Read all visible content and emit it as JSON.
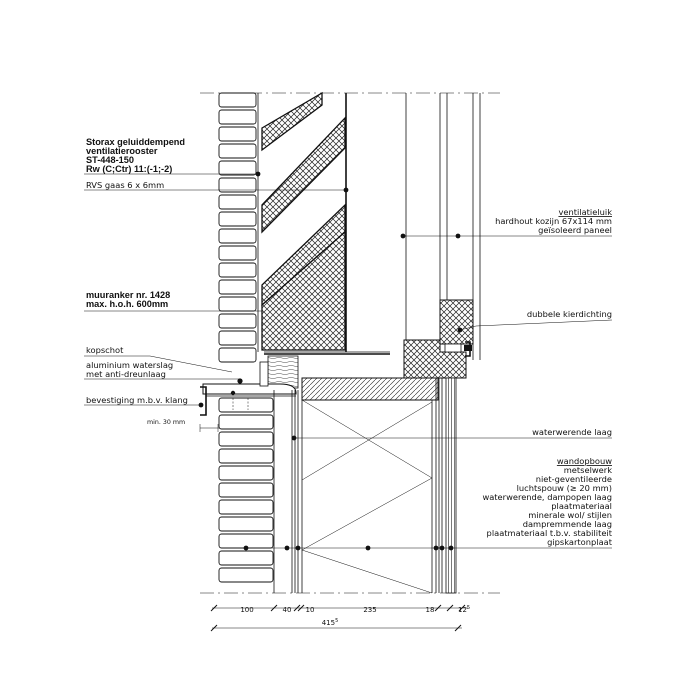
{
  "labels": {
    "grille_title_1": "Storax geluiddempend",
    "grille_title_2": "ventilatierooster",
    "grille_code": "ST-448-150",
    "grille_rw": "Rw (C;Ctr) 11:(-1;-2)",
    "gauze": "RVS gaas 6 x 6mm",
    "hatch": "ventilatieluik",
    "frame": "hardhout kozijn 67x114 mm",
    "panel": "geïsoleerd paneel",
    "anchor_1": "muuranker nr. 1428",
    "anchor_2": "max. h.o.h. 600mm",
    "seal": "dubbele kierdichting",
    "cap": "kopschot",
    "sill_1": "aluminium waterslag",
    "sill_2": "met anti-dreunlaag",
    "fixing": "bevestiging m.b.v. klang",
    "min": "min. 30 mm",
    "membrane": "waterwerende laag",
    "wall_title": "wandopbouw",
    "wall_layers": [
      "metselwerk",
      "niet-geventileerde",
      "luchtspouw (≥ 20 mm)",
      "waterwerende, dampopen laag",
      "plaatmateriaal",
      "minerale wol/ stijlen",
      "dampremmende laag",
      "plaatmateriaal t.b.v. stabiliteit",
      "gipskartonplaat"
    ]
  },
  "dimensions": {
    "parts": [
      "100",
      "40",
      "10",
      "235",
      "18"
    ],
    "last_main": "12",
    "last_sup": "5",
    "total_main": "415",
    "total_sup": "5"
  }
}
